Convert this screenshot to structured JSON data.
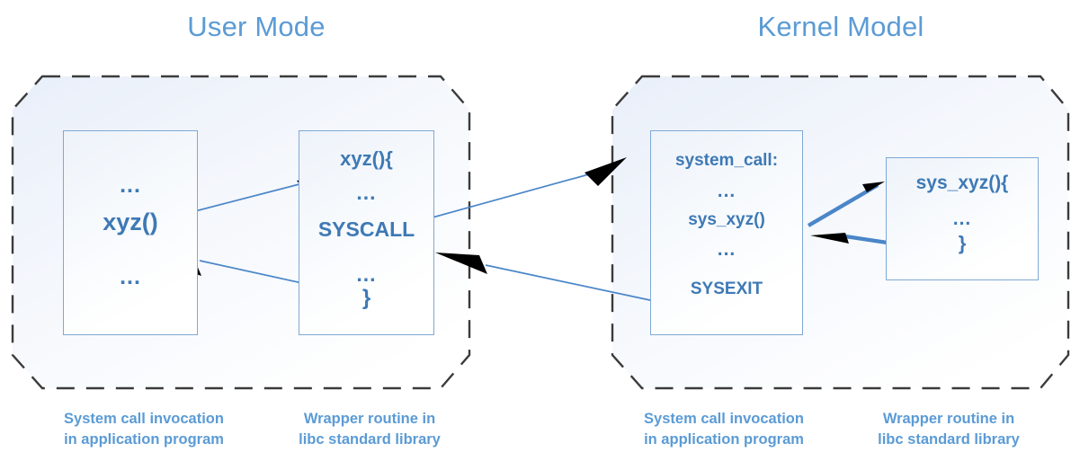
{
  "diagram": {
    "title_left": "User Mode",
    "title_right": "Kernel Model",
    "accent_title_color": "#5B9BD5",
    "accent_text_color": "#3E79B5",
    "box_border_color": "#7FA9D4",
    "dashed_border_color": "#3B3B3B",
    "arrow_color": "#4A86C8",
    "arrowhead_color": "#000000"
  },
  "boxes": {
    "app_program": {
      "name": "System call invocation in application program",
      "lines": [
        "...",
        "xyz()",
        "..."
      ]
    },
    "libc_wrapper": {
      "name": "Wrapper routine in libc standard library",
      "lines": [
        "xyz(){",
        "...",
        "SYSCALL",
        "...",
        "}"
      ]
    },
    "kernel_dispatch": {
      "name": "System call invocation in application program",
      "lines": [
        "system_call:",
        "...",
        "sys_xyz()",
        "...",
        "SYSEXIT"
      ]
    },
    "kernel_service": {
      "name": "Wrapper routine in libc standard library",
      "lines": [
        "sys_xyz(){",
        "...",
        "}"
      ]
    }
  },
  "captions": [
    {
      "id": "caption-app",
      "text": "System call invocation\nin application program"
    },
    {
      "id": "caption-libc",
      "text": "Wrapper routine in\nlibc standard library"
    },
    {
      "id": "caption-kernel-dispatch",
      "text": "System call invocation\nin application program"
    },
    {
      "id": "caption-kernel-service",
      "text": "Wrapper routine in\nlibc standard library"
    }
  ]
}
